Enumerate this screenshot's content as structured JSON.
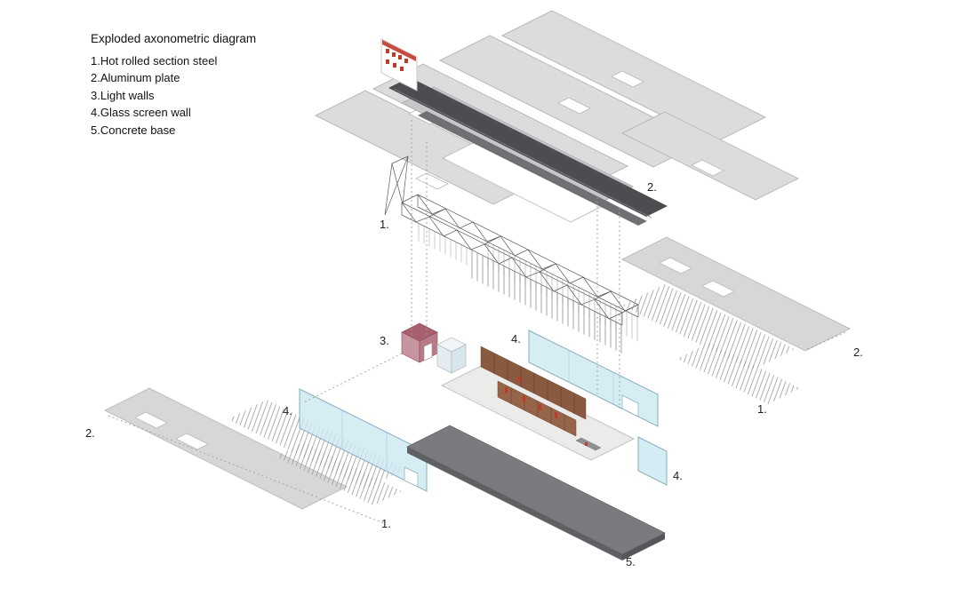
{
  "legend": {
    "title": "Exploded axonometric diagram",
    "items": [
      "1.Hot rolled section steel",
      "2.Aluminum plate",
      "3.Light walls",
      "4.Glass screen wall",
      "5.Concrete base"
    ]
  },
  "callouts": {
    "roof_plate": "2.",
    "truss": "1.",
    "right_plate": "2.",
    "right_steel": "1.",
    "light_wall": "3.",
    "glass_upper": "4.",
    "glass_left": "4.",
    "glass_door": "4.",
    "left_plate": "2.",
    "left_steel": "1.",
    "base": "5."
  },
  "colors": {
    "accent_red": "#c0392b",
    "glass_blue": "#cde9f1",
    "light_wall_pink": "#c795a0",
    "corten_brown": "#8a5a40",
    "concrete_gray": "#7a7b7e",
    "plate_gray": "#dcdcdc",
    "dark_roof_strip": "#4d4d51"
  }
}
